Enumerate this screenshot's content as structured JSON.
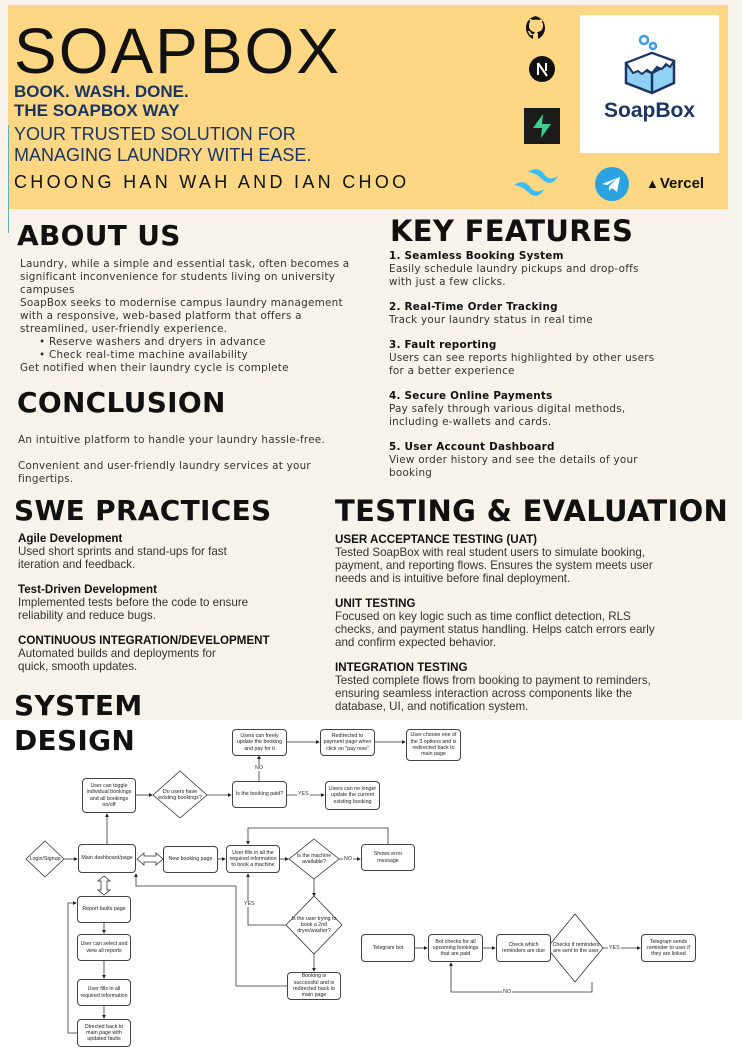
{
  "header": {
    "title": "SOAPBOX",
    "tagline_1": "BOOK. WASH. DONE.",
    "tagline_2": "THE SOAPBOX WAY",
    "trust_1": "YOUR TRUSTED SOLUTION FOR",
    "trust_2": "MANAGING LAUNDRY WITH EASE.",
    "authors": "CHOONG HAN WAH AND IAN CHOO",
    "logo_text": "SoapBox",
    "vercel_label": "Vercel",
    "icons": [
      "github-icon",
      "nextjs-icon",
      "supabase-icon",
      "tailwind-icon",
      "telegram-icon",
      "vercel-icon"
    ],
    "colors": {
      "banner": "#fdd784",
      "navy": "#1b3563"
    }
  },
  "about": {
    "heading": "ABOUT US",
    "p1": "Laundry, while a simple and essential task, often becomes a\nsignificant inconvenience for students living on university\ncampuses",
    "p2": "SoapBox seeks to modernise campus laundry management\nwith a responsive, web-based platform that offers a\nstreamlined, user-friendly experience.",
    "bullets": [
      "Reserve washers and dryers in advance",
      "Check real-time machine availability"
    ],
    "p3": "Get notified when their laundry cycle is complete"
  },
  "conclusion": {
    "heading": "CONCLUSION",
    "p1": "An intuitive platform to handle your laundry hassle-free.",
    "p2": "Convenient and user-friendly laundry services at your\nfingertips."
  },
  "features": {
    "heading": "KEY FEATURES",
    "items": [
      {
        "title": "1. Seamless Booking System",
        "text": " Easily schedule laundry pickups and drop-offs\nwith just a few clicks."
      },
      {
        "title": "2. Real-Time Order Tracking",
        "text": " Track your laundry status in real time"
      },
      {
        "title": "3. Fault reporting",
        "text": "Users can see reports highlighted by other users\nfor a better experience"
      },
      {
        "title": "4. Secure Online Payments",
        "text": " Pay safely through various digital methods,\nincluding e-wallets and cards."
      },
      {
        "title": "5. User Account Dashboard",
        "text": " View order history and see the details of your\nbooking"
      }
    ]
  },
  "swe": {
    "heading": "SWE PRACTICES",
    "items": [
      {
        "title": "Agile Development",
        "text": "Used short sprints and stand-ups for fast\niteration and feedback."
      },
      {
        "title": "Test-Driven Development",
        "text": "Implemented tests before the code to ensure\nreliability and reduce bugs."
      },
      {
        "title": "CONTINUOUS INTEGRATION/DEVELOPMENT",
        "text": "Automated builds and deployments for\nquick, smooth updates."
      }
    ]
  },
  "testing": {
    "heading": "TESTING & EVALUATION",
    "items": [
      {
        "title": "USER ACCEPTANCE TESTING (UAT)",
        "text": "Tested SoapBox with real student users to simulate booking,\npayment, and reporting flows. Ensures the system meets user\nneeds and is intuitive before final deployment."
      },
      {
        "title": "UNIT TESTING",
        "text": "Focused on key logic such as time conflict detection, RLS\nchecks, and payment status handling. Helps catch errors early\nand confirm expected behavior."
      },
      {
        "title": "INTEGRATION TESTING",
        "text": "Tested complete flows from booking to payment to reminders,\nensuring seamless interaction across components like the\ndatabase, UI, and notification system."
      }
    ]
  },
  "system": {
    "heading_1": "SYSTEM",
    "heading_2": "DESIGN",
    "nodes": {
      "free_update": "Users can freely update the booking and pay for it",
      "redirect_pay": "Redirected to payment page when click on \"pay now\"",
      "choose_option": "User choose one of the 3 options and is redirected back to main page",
      "toggle": "User can toggle individual bookings and all bookings on/off",
      "has_bookings": "Do users have existing bookings?",
      "is_paid": "Is the booking paid?",
      "no_longer": "Users can no longer update the current existing booking",
      "login": "Login/Signup",
      "dashboard": "Main dashboard/page",
      "new_booking": "New booking page",
      "fill_info": "User fills in all the required information to book a machine",
      "available": "Is the machine available?",
      "error": "Shows error message",
      "second": "Is the user trying to book a 2nd dryer/washer?",
      "success": "Booking is successful and is redirected back to main page",
      "report_page": "Report faults page",
      "view_reports": "User can select and view all reports",
      "fill_report": "User fills in all required information",
      "back_main": "Directed back to main page with updated faults",
      "tg_bot": "Telegram bot",
      "bot_checks": "Bot checks for all upcoming bookings that are paid",
      "check_due": "Check which reminders are due",
      "sent_check": "Checks if reminders are sent to the user",
      "tg_sends": "Telegram sends reminder to user if they are linked"
    },
    "labels": {
      "yes": "YES",
      "no": "NO"
    }
  }
}
